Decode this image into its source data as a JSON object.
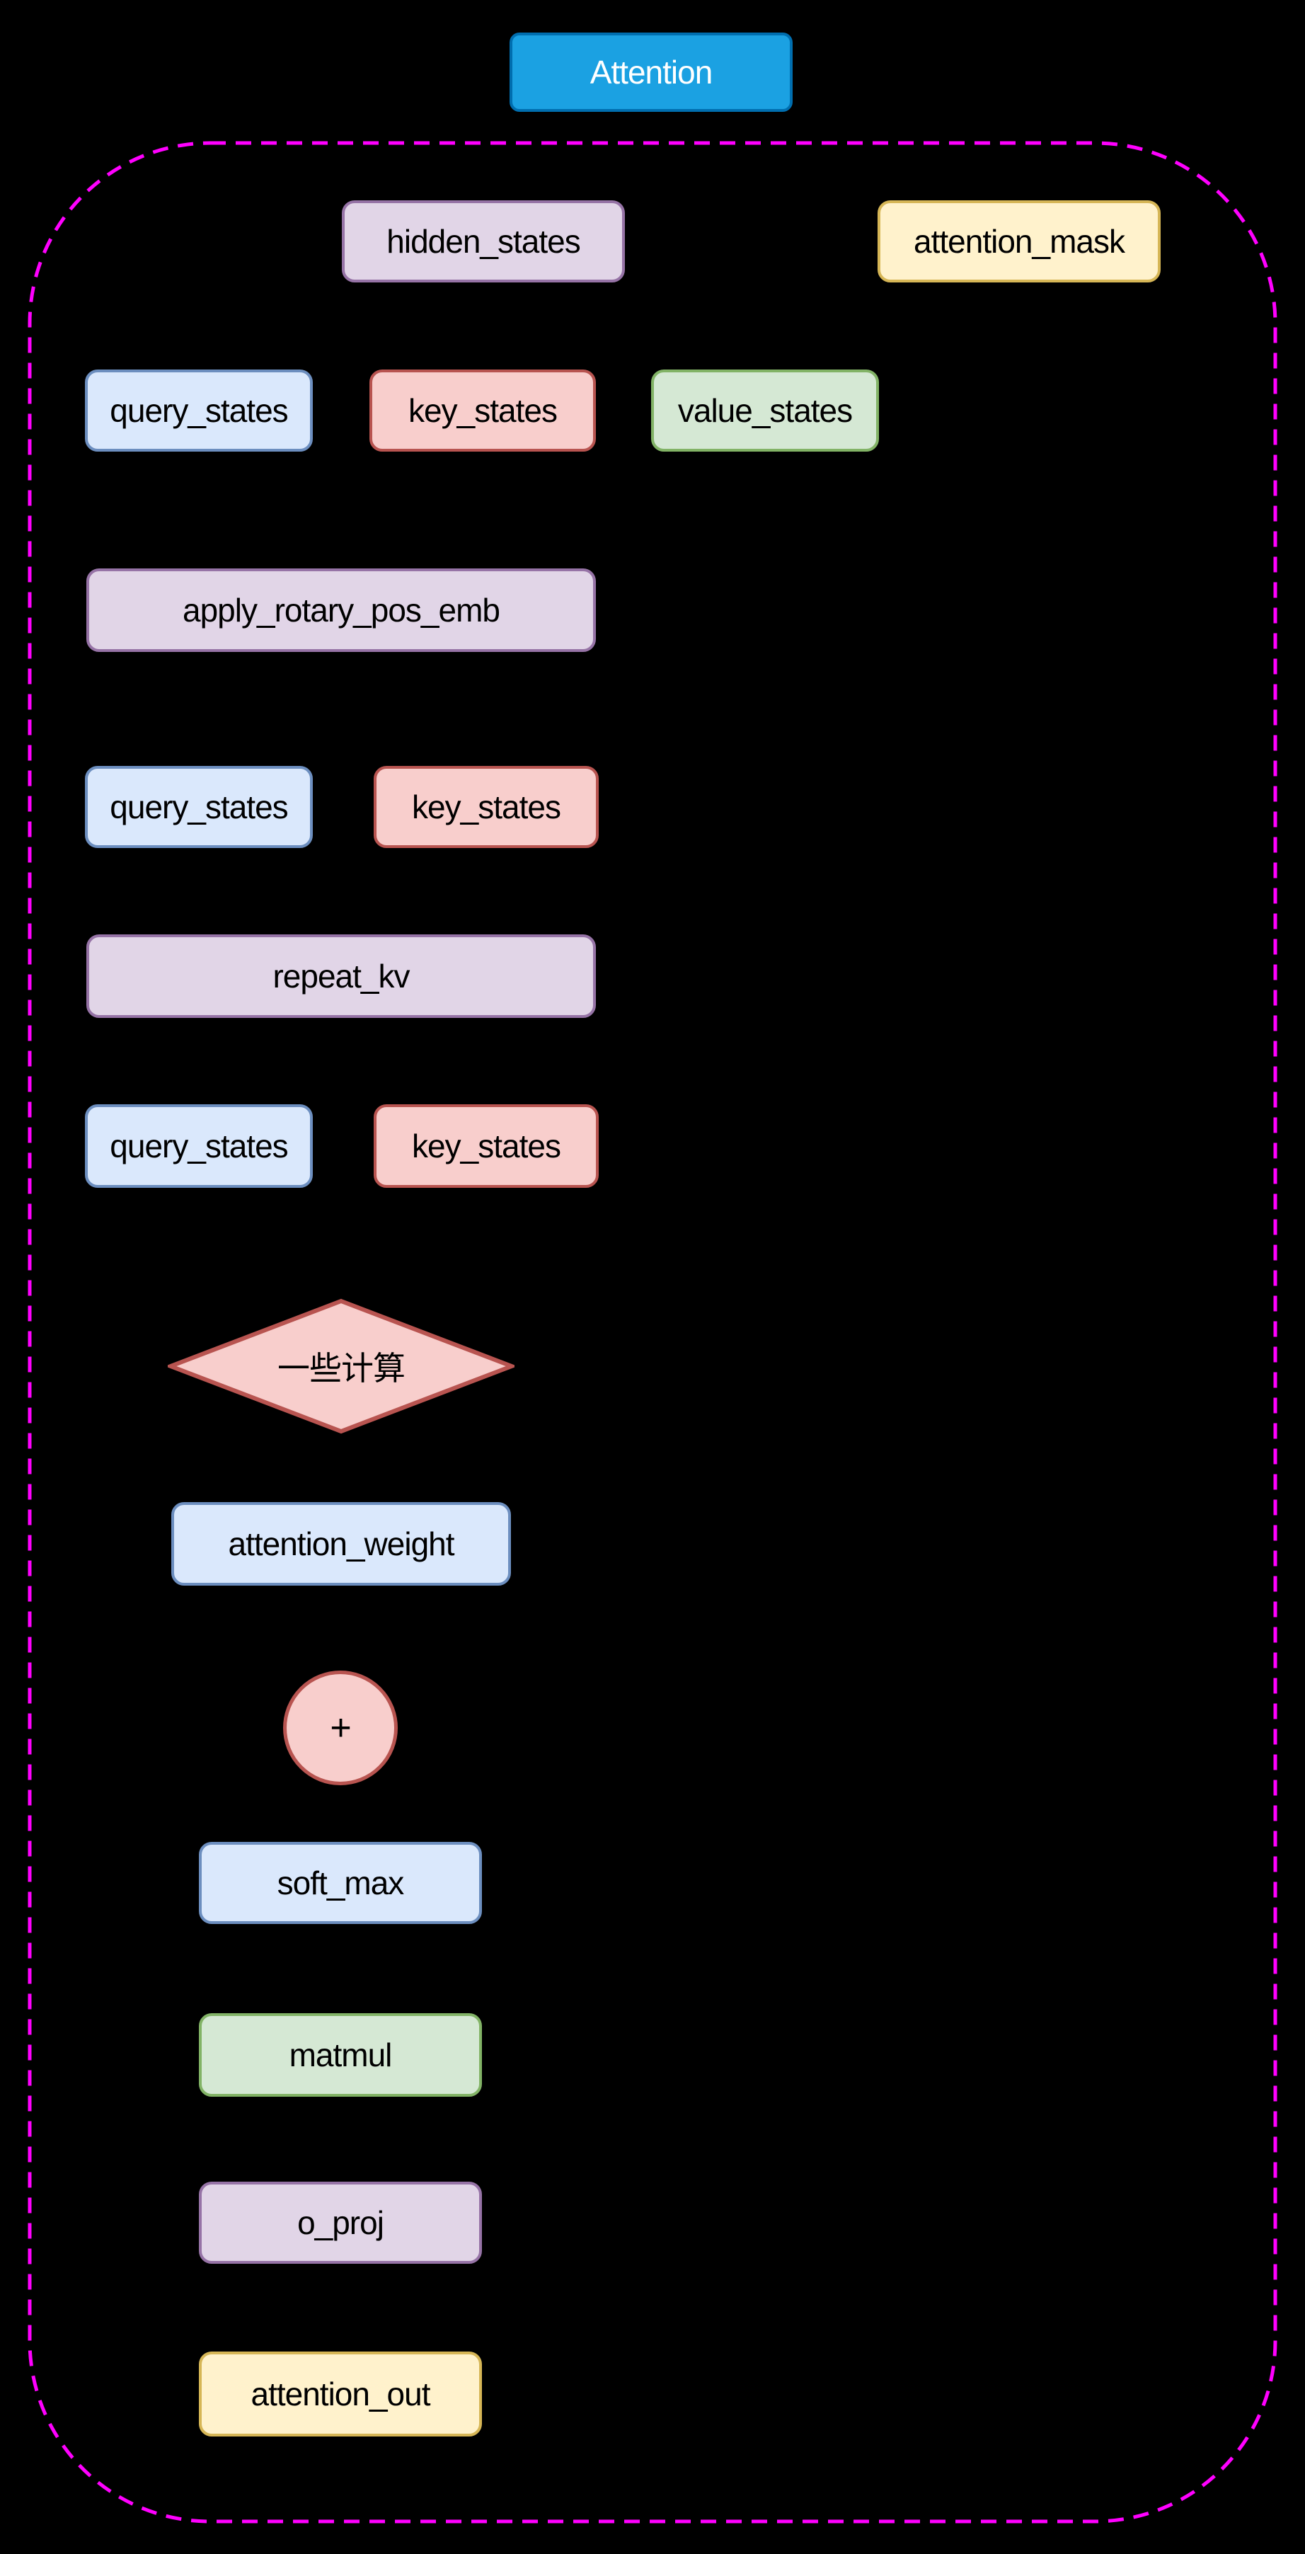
{
  "palette": {
    "canvas_bg": "#000000",
    "dashed_border": "#FF00FF",
    "title_fill": "#1BA1E2",
    "title_stroke": "#006EAF",
    "title_text": "#FFFFFF",
    "blue_fill": "#DAE8FC",
    "blue_stroke": "#6C8EBF",
    "red_fill": "#F8CECC",
    "red_stroke": "#B85450",
    "green_fill": "#D5E8D4",
    "green_stroke": "#82B366",
    "purple_fill": "#E1D5E7",
    "purple_stroke": "#9673A6",
    "yellow_fill": "#FFF2CC",
    "yellow_stroke": "#D6B656",
    "node_text": "#000000"
  },
  "diagram": {
    "title": "Attention",
    "nodes": [
      {
        "id": "hidden_states",
        "label": "hidden_states",
        "color": "purple",
        "shape": "box"
      },
      {
        "id": "attention_mask",
        "label": "attention_mask",
        "color": "yellow",
        "shape": "box"
      },
      {
        "id": "query_states_1",
        "label": "query_states",
        "color": "blue",
        "shape": "box"
      },
      {
        "id": "key_states_1",
        "label": "key_states",
        "color": "red",
        "shape": "box"
      },
      {
        "id": "value_states",
        "label": "value_states",
        "color": "green",
        "shape": "box"
      },
      {
        "id": "apply_rotary_pos_emb",
        "label": "apply_rotary_pos_emb",
        "color": "purple",
        "shape": "box"
      },
      {
        "id": "query_states_2",
        "label": "query_states",
        "color": "blue",
        "shape": "box"
      },
      {
        "id": "key_states_2",
        "label": "key_states",
        "color": "red",
        "shape": "box"
      },
      {
        "id": "repeat_kv",
        "label": "repeat_kv",
        "color": "purple",
        "shape": "box"
      },
      {
        "id": "query_states_3",
        "label": "query_states",
        "color": "blue",
        "shape": "box"
      },
      {
        "id": "key_states_3",
        "label": "key_states",
        "color": "red",
        "shape": "box"
      },
      {
        "id": "some_computation",
        "label": "一些计算",
        "color": "red",
        "shape": "diamond"
      },
      {
        "id": "attention_weight",
        "label": "attention_weight",
        "color": "blue",
        "shape": "box"
      },
      {
        "id": "plus_op",
        "label": "+",
        "color": "red",
        "shape": "circle"
      },
      {
        "id": "soft_max",
        "label": "soft_max",
        "color": "blue",
        "shape": "box"
      },
      {
        "id": "matmul",
        "label": "matmul",
        "color": "green",
        "shape": "box"
      },
      {
        "id": "o_proj",
        "label": "o_proj",
        "color": "purple",
        "shape": "box"
      },
      {
        "id": "attention_out",
        "label": "attention_out",
        "color": "yellow",
        "shape": "box"
      }
    ]
  }
}
